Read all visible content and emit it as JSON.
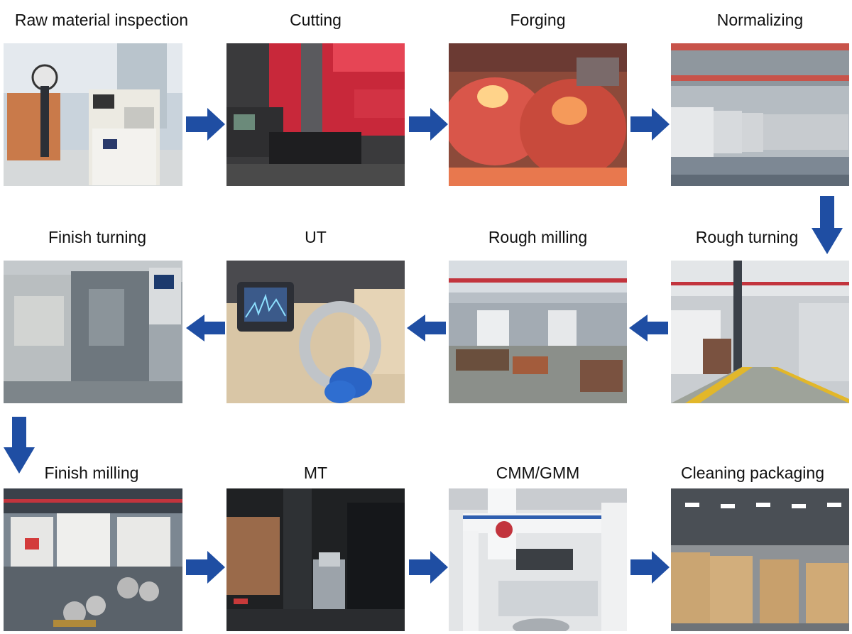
{
  "diagram": {
    "arrow_color": "#1f4ea3",
    "steps": [
      {
        "label": "Raw material inspection"
      },
      {
        "label": "Cutting"
      },
      {
        "label": "Forging"
      },
      {
        "label": "Normalizing"
      },
      {
        "label": "Rough turning"
      },
      {
        "label": "Rough milling"
      },
      {
        "label": "UT"
      },
      {
        "label": "Finish turning"
      },
      {
        "label": "Finish milling"
      },
      {
        "label": "MT"
      },
      {
        "label": "CMM/GMM"
      },
      {
        "label": "Cleaning packaging"
      }
    ]
  }
}
